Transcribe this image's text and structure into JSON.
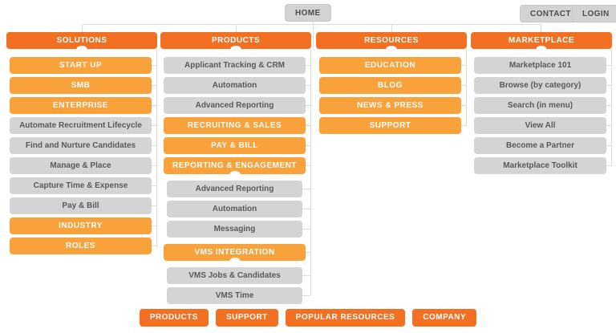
{
  "top_nav": {
    "home_label": "HOME",
    "contact_label": "CONTACT",
    "login_label": "LOGIN"
  },
  "columns": [
    {
      "title": "SOLUTIONS",
      "items": [
        {
          "label": "START UP"
        },
        {
          "label": "SMB"
        },
        {
          "label": "ENTERPRISE"
        },
        {
          "label": "Automate Recruitment Lifecycle"
        },
        {
          "label": "Find and Nurture Candidates"
        },
        {
          "label": "Manage & Place"
        },
        {
          "label": "Capture Time & Expense"
        },
        {
          "label": "Pay & Bill"
        },
        {
          "label": "INDUSTRY"
        },
        {
          "label": "ROLES"
        }
      ]
    },
    {
      "title": "PRODUCTS",
      "items": [
        {
          "label": "Applicant Tracking & CRM"
        },
        {
          "label": "Automation"
        },
        {
          "label": "Advanced Reporting"
        },
        {
          "label": "RECRUITING & SALES"
        },
        {
          "label": "PAY & BILL"
        },
        {
          "label": "REPORTING & ENGAGEMENT"
        },
        {
          "label": "Advanced Reporting"
        },
        {
          "label": "Automation"
        },
        {
          "label": "Messaging"
        },
        {
          "label": "VMS INTEGRATION"
        },
        {
          "label": "VMS Jobs & Candidates"
        },
        {
          "label": "VMS Time"
        }
      ]
    },
    {
      "title": "RESOURCES",
      "items": [
        {
          "label": "EDUCATION"
        },
        {
          "label": "BLOG"
        },
        {
          "label": "NEWS & PRESS"
        },
        {
          "label": "SUPPORT"
        }
      ]
    },
    {
      "title": "MARKETPLACE",
      "items": [
        {
          "label": "Marketplace 101"
        },
        {
          "label": "Browse (by category)"
        },
        {
          "label": "Search (in menu)"
        },
        {
          "label": "View All"
        },
        {
          "label": "Become a Partner"
        },
        {
          "label": "Marketplace Toolkit"
        }
      ]
    }
  ],
  "footer_nav": {
    "items": [
      {
        "label": "PRODUCTS"
      },
      {
        "label": "SUPPORT"
      },
      {
        "label": "POPULAR RESOURCES"
      },
      {
        "label": "COMPANY"
      }
    ]
  },
  "colors": {
    "header_orange": "#f36f21",
    "item_orange": "#f9a13b",
    "item_gray": "#d4d4d4",
    "gray_text": "#58595b",
    "connector": "#dcdcdc",
    "background": "#ffffff"
  }
}
